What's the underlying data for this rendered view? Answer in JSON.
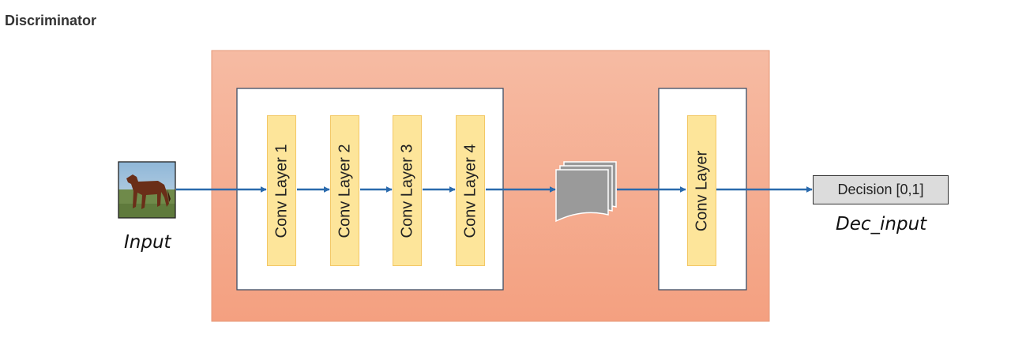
{
  "title": "Discriminator",
  "input": {
    "label": "Input"
  },
  "conv_layers": [
    {
      "label": "Conv Layer 1"
    },
    {
      "label": "Conv Layer 2"
    },
    {
      "label": "Conv Layer 3"
    },
    {
      "label": "Conv Layer 4"
    }
  ],
  "final_conv": {
    "label": "Conv Layer"
  },
  "output": {
    "label": "Decision [0,1]",
    "caption": "Dec_input"
  },
  "colors": {
    "outer_gradient_top": "#f6bba3",
    "outer_gradient_bottom": "#f4a080",
    "conv_fill": "#fde59a",
    "arrow": "#2a6aad",
    "feature_maps": "#9a9a9a"
  }
}
